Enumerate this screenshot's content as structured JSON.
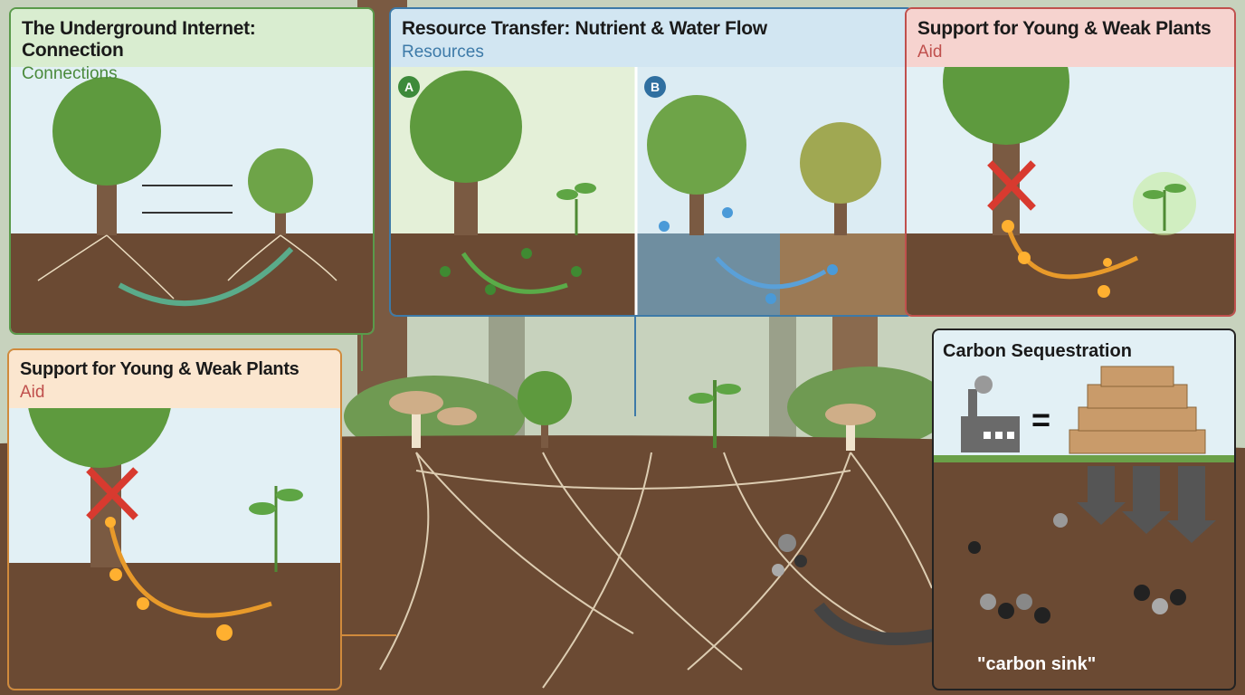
{
  "panels": {
    "connection": {
      "title": "The Underground Internet: Connection",
      "subtitle": "Connections"
    },
    "resources": {
      "title": "Resource Transfer: Nutrient & Water Flow",
      "subtitle": "Resources",
      "badge_a": "A",
      "badge_b": "B"
    },
    "aid_top": {
      "title": "Support for Young & Weak Plants",
      "subtitle": "Aid"
    },
    "aid_left": {
      "title": "Support for Young & Weak Plants",
      "subtitle": "Aid"
    },
    "carbon": {
      "title": "Carbon Sequestration",
      "equals": "=",
      "caption": "\"carbon sink\""
    }
  },
  "colors": {
    "green": "#5a9a4a",
    "blue": "#3d7aa8",
    "red": "#c0504d",
    "orange": "#d08a3c",
    "soil": "#6b4a33"
  }
}
